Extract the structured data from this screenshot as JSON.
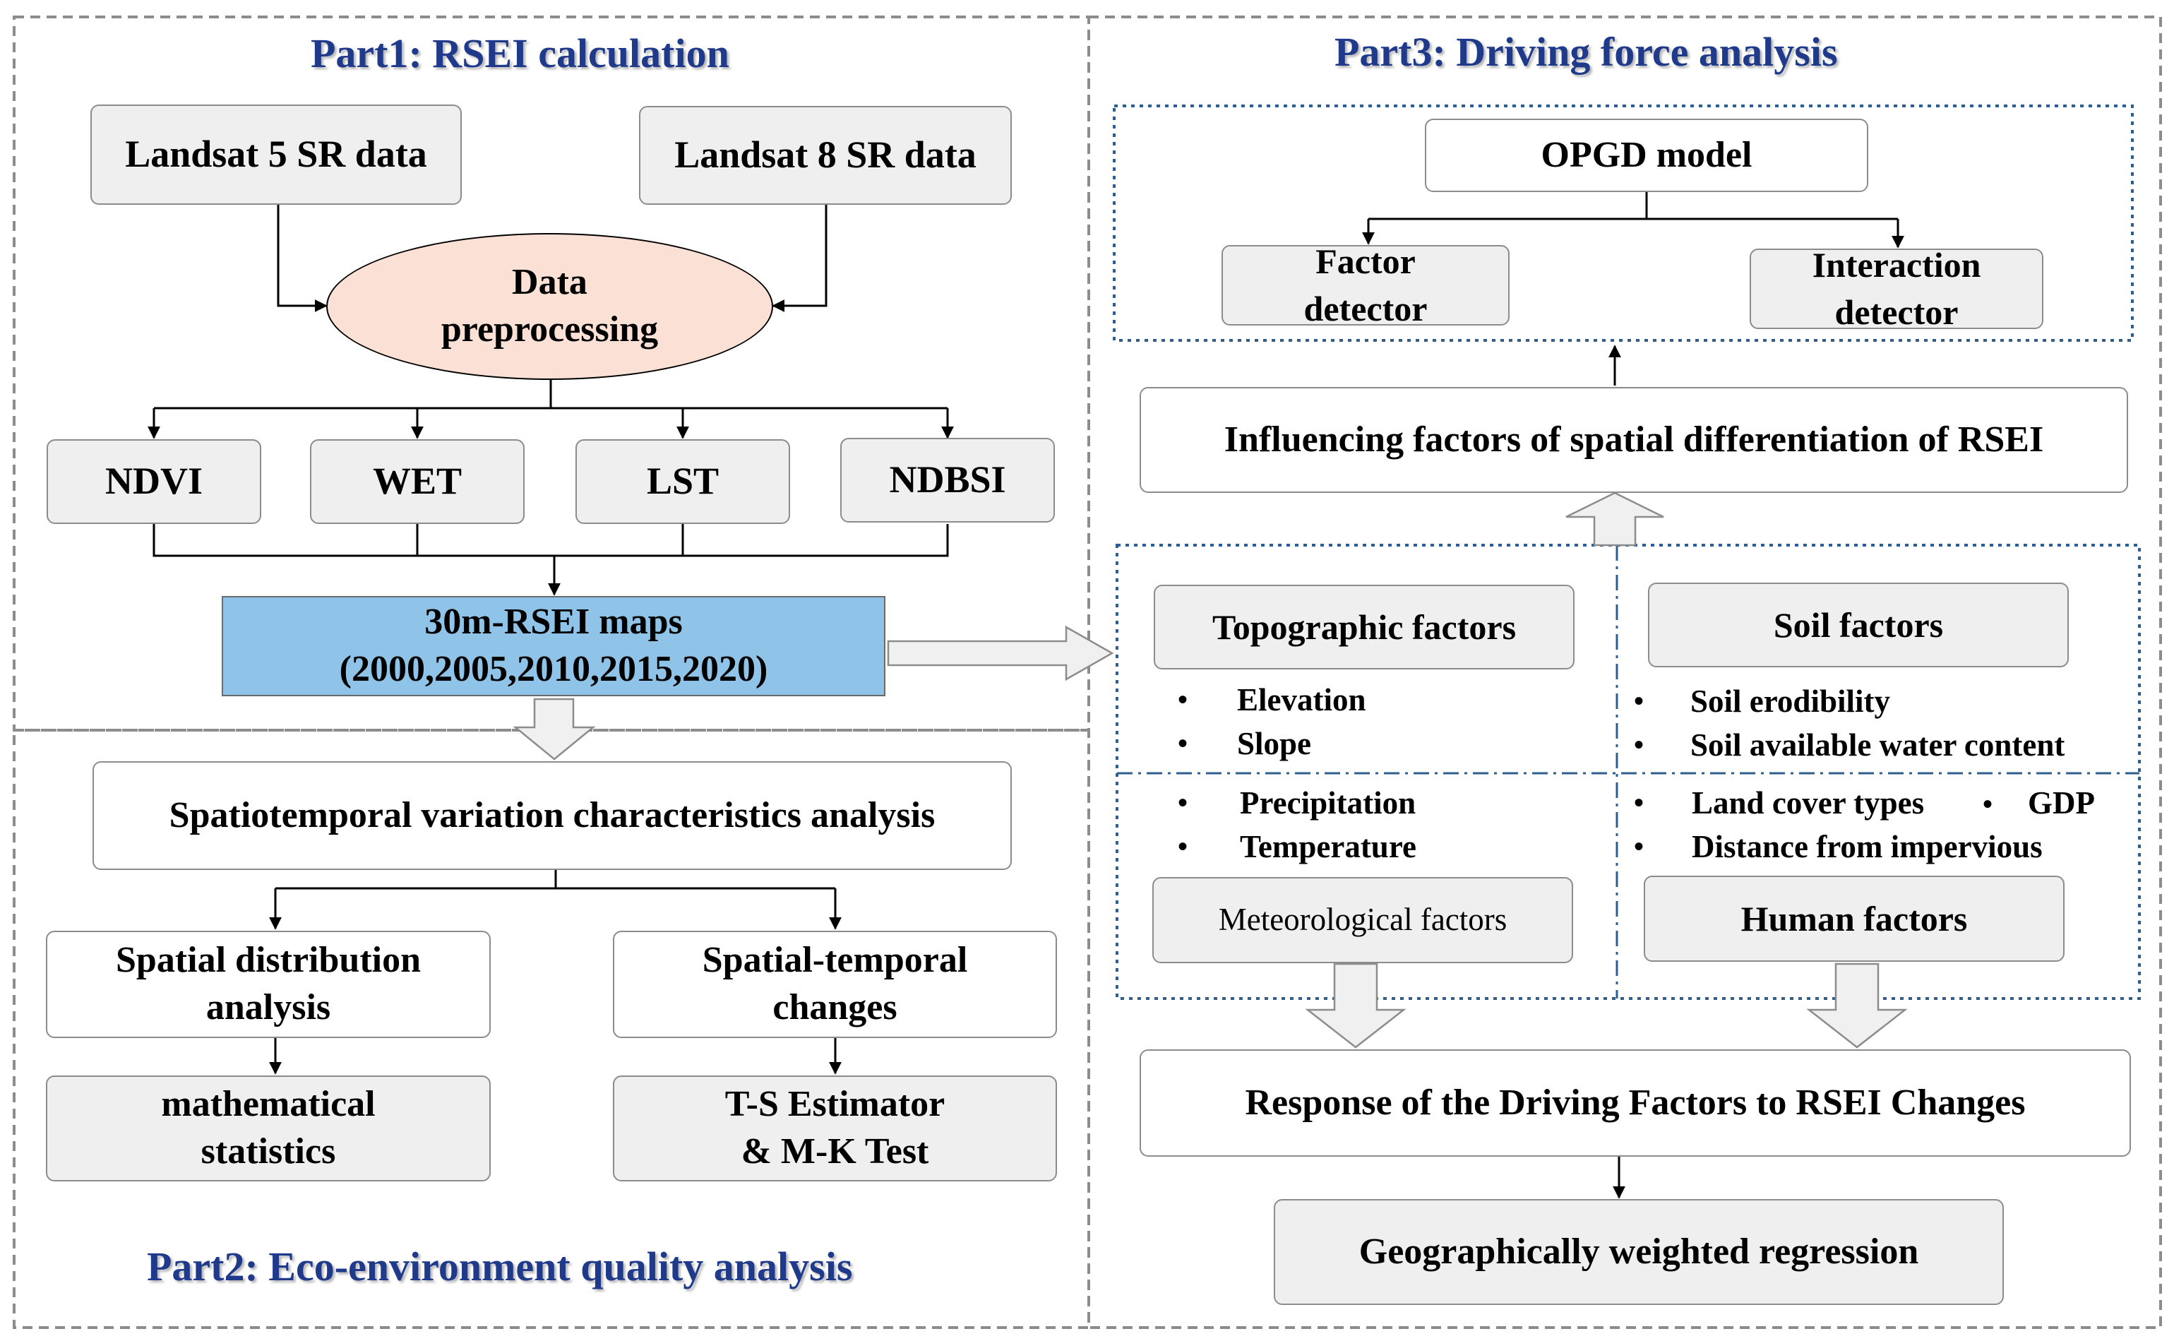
{
  "part1": {
    "title": "Part1: RSEI calculation",
    "landsat5": "Landsat 5 SR data",
    "landsat8": "Landsat 8 SR data",
    "preprocessing": "Data\npreprocessing",
    "indices": [
      "NDVI",
      "WET",
      "LST",
      "NDBSI"
    ],
    "rsei_maps": "30m-RSEI maps\n(2000,2005,2010,2015,2020)"
  },
  "part2": {
    "title": "Part2: Eco-environment quality analysis",
    "spatiotemporal": "Spatiotemporal variation characteristics analysis",
    "spatial_distribution": "Spatial distribution\nanalysis",
    "spatial_temporal_changes": "Spatial-temporal\nchanges",
    "math_stats": "mathematical\nstatistics",
    "ts_mk": "T-S Estimator\n& M-K Test"
  },
  "part3": {
    "title": "Part3: Driving force analysis",
    "opgd": "OPGD model",
    "factor_detector": "Factor\ndetector",
    "interaction_detector": "Interaction\ndetector",
    "influencing": "Influencing factors of spatial differentiation of RSEI",
    "topographic": {
      "label": "Topographic factors",
      "items": [
        "Elevation",
        "Slope"
      ]
    },
    "soil": {
      "label": "Soil factors",
      "items": [
        "Soil erodibility",
        "Soil available water content"
      ]
    },
    "meteorological": {
      "label": "Meteorological factors",
      "items": [
        "Precipitation",
        "Temperature"
      ]
    },
    "human": {
      "label": "Human factors",
      "items": [
        "Land cover types",
        "Distance from impervious"
      ],
      "extra": "GDP"
    },
    "response": "Response of the Driving Factors to RSEI Changes",
    "gwr": "Geographically weighted regression"
  },
  "colors": {
    "title_blue": "#1f3a8a",
    "rsei_fill": "#8fc3e8",
    "preprocess_fill": "#fbe0d6",
    "box_gray": "#efefef",
    "dotted_blue": "#2e5d8f"
  }
}
